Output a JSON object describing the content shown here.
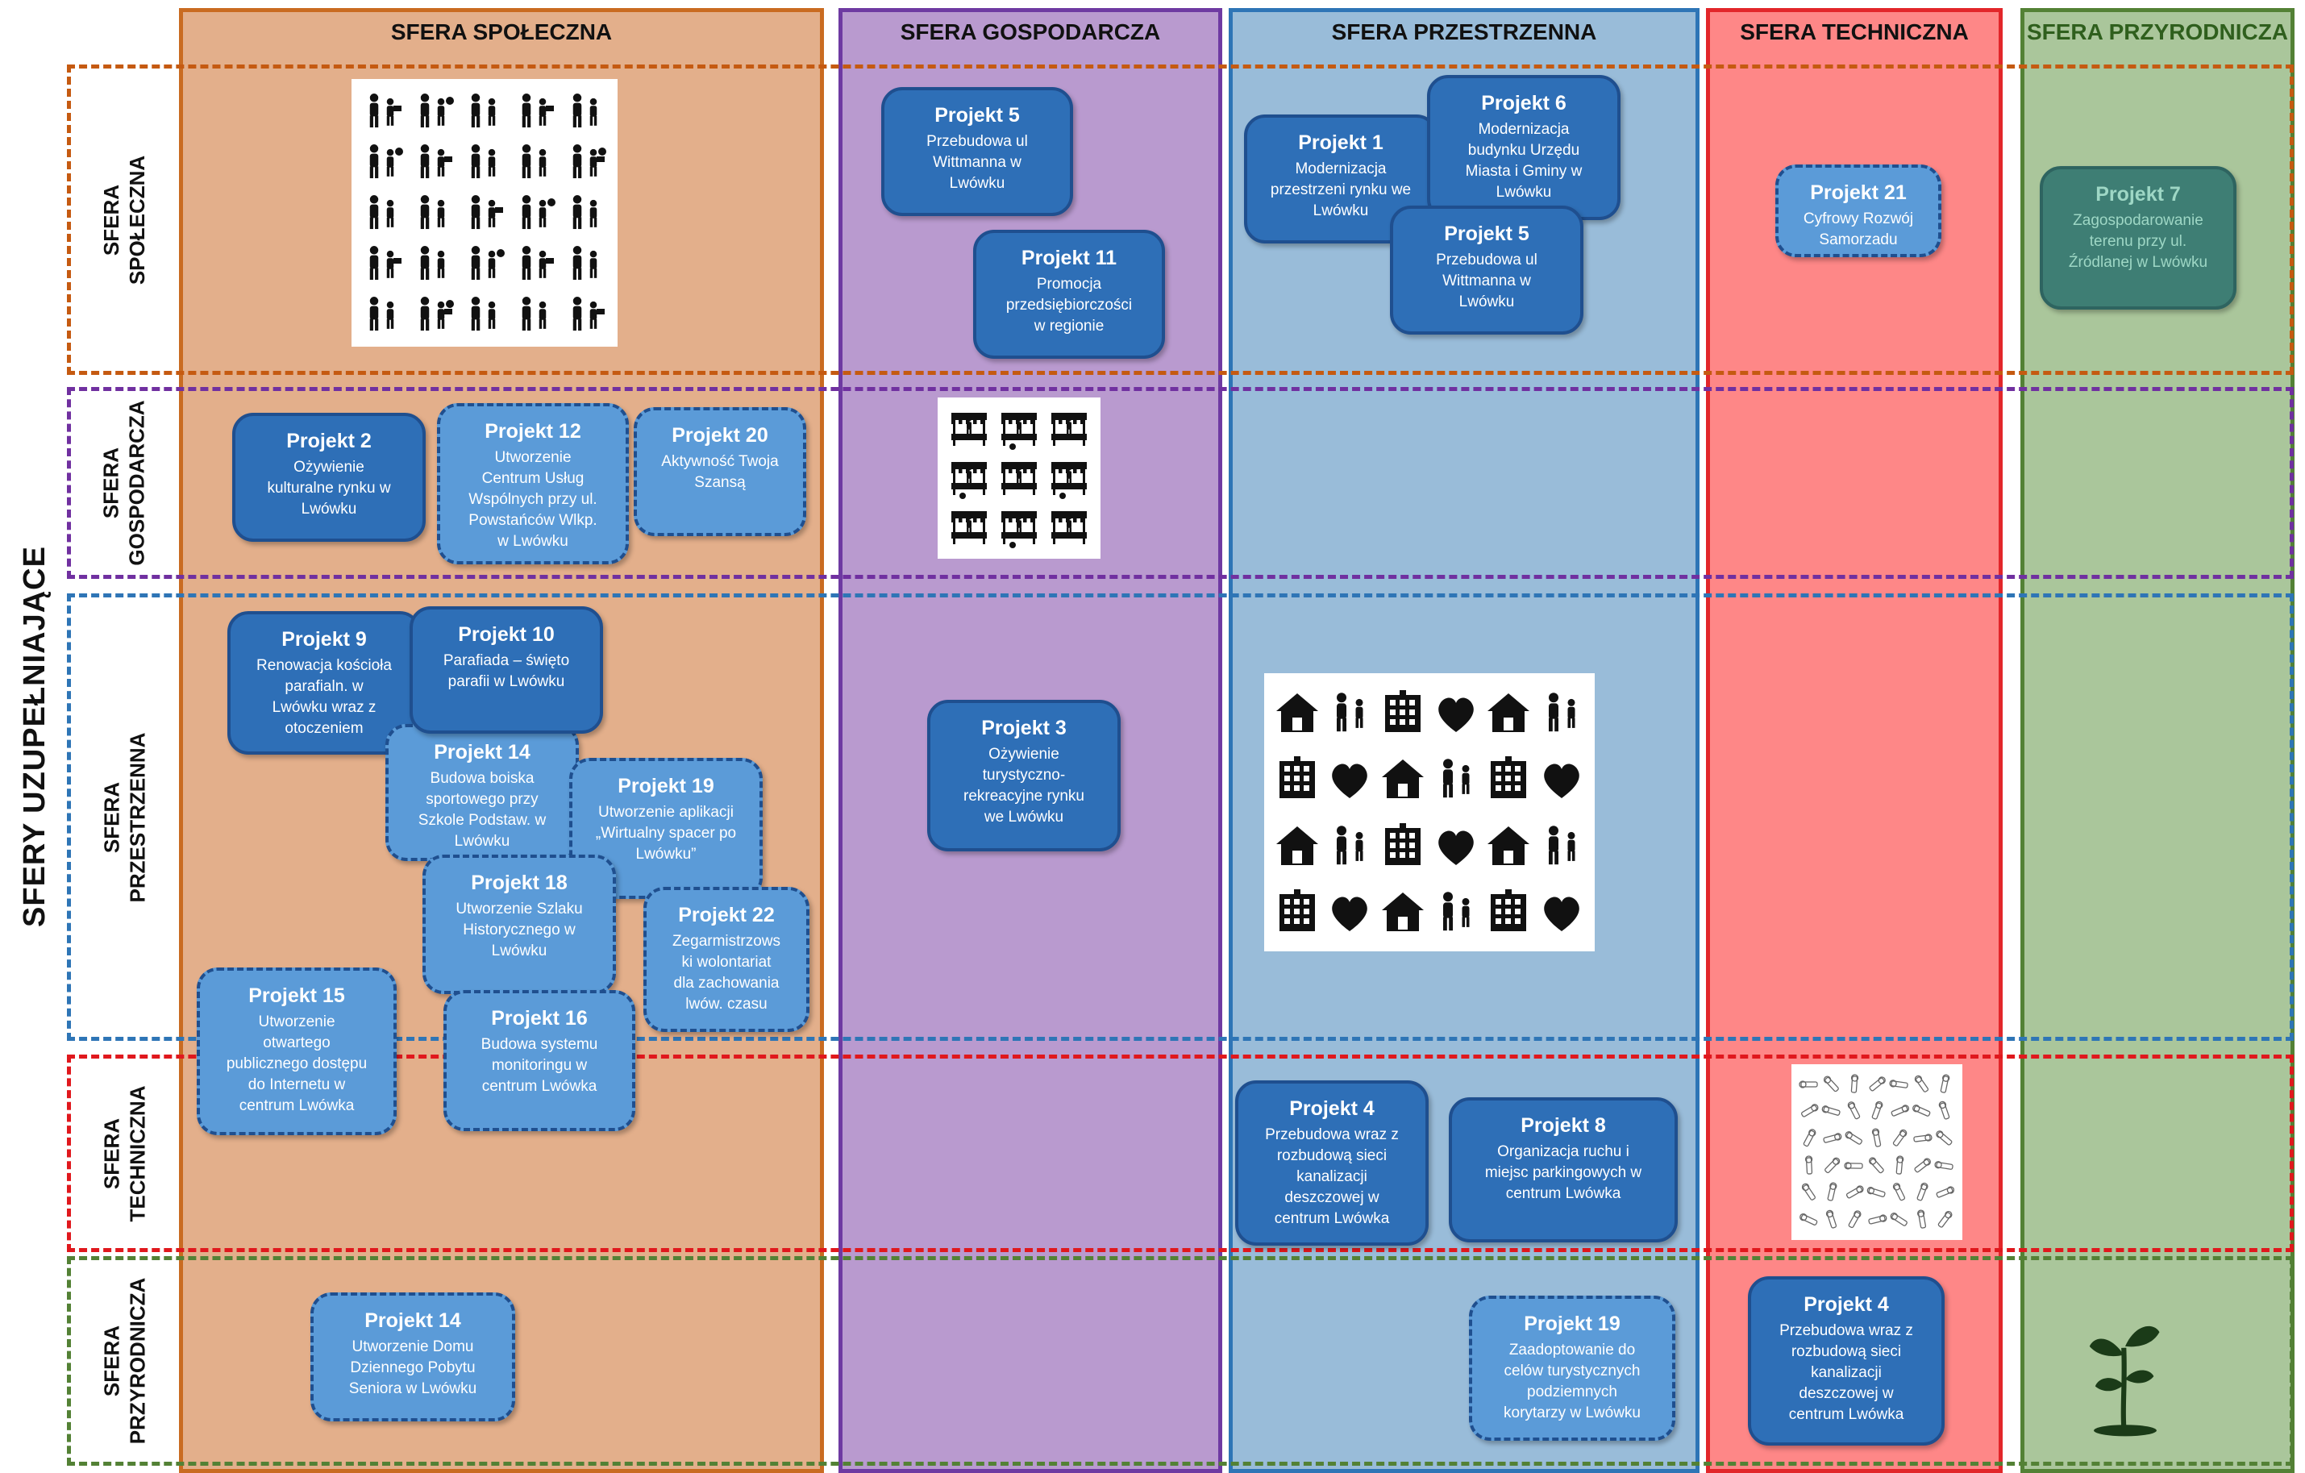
{
  "side_label": "SFERY UZUPEŁNIAJĄCE",
  "columns": [
    {
      "id": "spoleczna",
      "title": "SFERA SPOŁECZNA",
      "color": "#e3af8b",
      "border": "#c96b21",
      "text_color": "#111111"
    },
    {
      "id": "gospodarcza",
      "title": "SFERA GOSPODARCZA",
      "color": "#b99acf",
      "border": "#6e3aa2",
      "text_color": "#111111"
    },
    {
      "id": "przestrzenna",
      "title": "SFERA PRZESTRZENNA",
      "color": "#99bcd9",
      "border": "#2e75b6",
      "text_color": "#111111"
    },
    {
      "id": "techniczna",
      "title": "SFERA TECHNICZNA",
      "color": "#fe8787",
      "border": "#e2262a",
      "text_color": "#111111"
    },
    {
      "id": "przyrodnicza",
      "title": "SFERA PRZYRODNICZA",
      "color": "#aac69b",
      "border": "#538135",
      "text_color": "#2f5f1d"
    }
  ],
  "rows": [
    {
      "id": "spoleczna",
      "label_lines": [
        "SFERA",
        "SPOŁECZNA"
      ],
      "color": "#c55a11"
    },
    {
      "id": "gospodarcza",
      "label_lines": [
        "SFERA",
        "GOSPODARCZA"
      ],
      "color": "#7030a0"
    },
    {
      "id": "przestrzenna",
      "label_lines": [
        "SFERA",
        "PRZESTRZENNA"
      ],
      "color": "#2e75b6"
    },
    {
      "id": "techniczna",
      "label_lines": [
        "SFERA",
        "TECHNICZNA"
      ],
      "color": "#e0181d"
    },
    {
      "id": "przyrodnicza",
      "label_lines": [
        "SFERA",
        "PRZYRODNICZA"
      ],
      "color": "#538135"
    }
  ],
  "projects": [
    {
      "id": "p5-gosp",
      "style": "solid",
      "title": "Projekt 5",
      "desc": [
        "Przebudowa ul",
        "Wittmanna w",
        "Lwówku"
      ]
    },
    {
      "id": "p11",
      "style": "solid",
      "title": "Projekt 11",
      "desc": [
        "Promocja",
        "przedsiębiorczości",
        "w regionie"
      ]
    },
    {
      "id": "p1",
      "style": "solid",
      "title": "Projekt 1",
      "desc": [
        "Modernizacja",
        "przestrzeni rynku we",
        "Lwówku"
      ]
    },
    {
      "id": "p6",
      "style": "solid",
      "title": "Projekt 6",
      "desc": [
        "Modernizacja",
        "budynku Urzędu",
        "Miasta i Gminy w",
        "Lwówku"
      ]
    },
    {
      "id": "p5-przestrz",
      "style": "solid",
      "title": "Projekt 5",
      "desc": [
        "Przebudowa ul",
        "Wittmanna w",
        "Lwówku"
      ]
    },
    {
      "id": "p21",
      "style": "dashed",
      "title": "Projekt 21",
      "desc": [
        "Cyfrowy Rozwój",
        "Samorzadu"
      ]
    },
    {
      "id": "p7",
      "style": "faded",
      "title": "Projekt 7",
      "desc": [
        "Zagospodarowanie",
        "terenu przy ul.",
        "Źródlanej w Lwówku"
      ]
    },
    {
      "id": "p2",
      "style": "solid",
      "title": "Projekt 2",
      "desc": [
        "Ożywienie",
        "kulturalne rynku w",
        "Lwówku"
      ]
    },
    {
      "id": "p12",
      "style": "dashed",
      "title": "Projekt 12",
      "desc": [
        "Utworzenie",
        "Centrum Usług",
        "Wspólnych przy ul.",
        "Powstańców Wlkp.",
        "w Lwówku"
      ]
    },
    {
      "id": "p20",
      "style": "dashed",
      "title": "Projekt 20",
      "desc": [
        "Aktywność Twoja",
        "Szansą"
      ]
    },
    {
      "id": "p9",
      "style": "solid",
      "title": "Projekt 9",
      "desc": [
        "Renowacja kościoła",
        "parafialn. w",
        "Lwówku wraz z",
        "otoczeniem"
      ]
    },
    {
      "id": "p14-sport",
      "style": "dashed",
      "title": "Projekt 14",
      "desc": [
        "Budowa boiska",
        "sportowego przy",
        "Szkole Podstaw. w",
        "Lwówku"
      ]
    },
    {
      "id": "p10",
      "style": "solid",
      "title": "Projekt 10",
      "desc": [
        "Parafiada  –  święto",
        "parafii w Lwówku"
      ]
    },
    {
      "id": "p19-app",
      "style": "dashed",
      "title": "Projekt 19",
      "desc": [
        "Utworzenie aplikacji",
        "„Wirtualny spacer po",
        "Lwówku”"
      ]
    },
    {
      "id": "p18",
      "style": "dashed",
      "title": "Projekt 18",
      "desc": [
        "Utworzenie Szlaku",
        "Historycznego w",
        "Lwówku"
      ]
    },
    {
      "id": "p22",
      "style": "dashed",
      "title": "Projekt 22",
      "desc": [
        "Zegarmistrzows",
        "ki wolontariat",
        "dla zachowania",
        "lwów. czasu"
      ]
    },
    {
      "id": "p15",
      "style": "dashed",
      "title": "Projekt 15",
      "desc": [
        "Utworzenie",
        "otwartego",
        "publicznego dostępu",
        "do Internetu w",
        "centrum Lwówka"
      ]
    },
    {
      "id": "p16",
      "style": "dashed",
      "title": "Projekt 16",
      "desc": [
        "Budowa systemu",
        "monitoringu w",
        "centrum Lwówka"
      ]
    },
    {
      "id": "p3",
      "style": "solid",
      "title": "Projekt 3",
      "desc": [
        "Ożywienie",
        "turystyczno-",
        "rekreacyjne rynku",
        "we Lwówku"
      ]
    },
    {
      "id": "p4-przestrz",
      "style": "solid",
      "title": "Projekt 4",
      "desc": [
        "Przebudowa wraz z",
        "rozbudową sieci",
        "kanalizacji",
        "deszczowej w",
        "centrum Lwówka"
      ]
    },
    {
      "id": "p8",
      "style": "solid",
      "title": "Projekt 8",
      "desc": [
        "Organizacja ruchu i",
        "miejsc parkingowych w",
        "centrum Lwówka"
      ]
    },
    {
      "id": "p14-dom",
      "style": "dashed",
      "title": "Projekt 14",
      "desc": [
        "Utworzenie Domu",
        "Dziennego Pobytu",
        "Seniora w Lwówku"
      ]
    },
    {
      "id": "p19-grot",
      "style": "dashed",
      "title": "Projekt 19",
      "desc": [
        "Zaadoptowanie do",
        "celów turystycznych",
        "podziemnych",
        "korytarzy w Lwówku"
      ]
    },
    {
      "id": "p4-tech",
      "style": "solid",
      "title": "Projekt 4",
      "desc": [
        "Przebudowa wraz z",
        "rozbudową sieci",
        "kanalizacji",
        "deszczowej w",
        "centrum Lwówka"
      ]
    }
  ],
  "panels": [
    {
      "id": "social-people",
      "icon": "people-icon",
      "count": 25
    },
    {
      "id": "market-stalls",
      "icon": "market-stall-icon",
      "count": 9
    },
    {
      "id": "community",
      "icon": "community-icon",
      "count": 24
    },
    {
      "id": "tools",
      "icon": "tools-icon",
      "count": 42
    },
    {
      "id": "plant",
      "icon": "sprout-icon",
      "count": 1
    }
  ]
}
